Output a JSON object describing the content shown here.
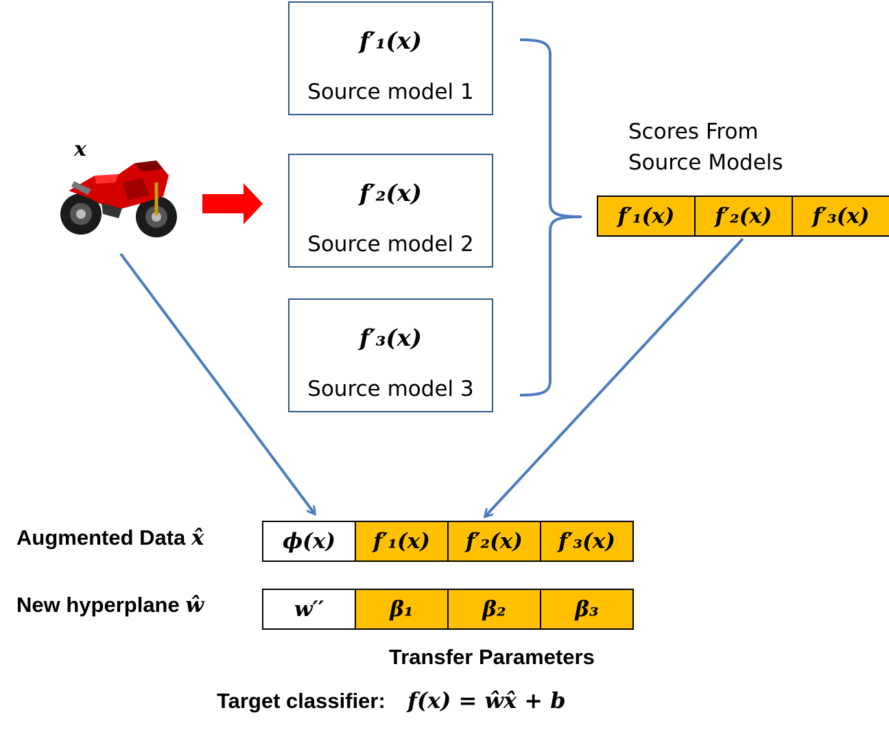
{
  "input": {
    "variable": "x",
    "image_alt": "red motorcycle"
  },
  "source_models": [
    {
      "formula": "f′₁(x)",
      "label": "Source model 1"
    },
    {
      "formula": "f′₂(x)",
      "label": "Source model 2"
    },
    {
      "formula": "f′₃(x)",
      "label": "Source model 3"
    }
  ],
  "scores": {
    "title_line1": "Scores From",
    "title_line2": "Source Models",
    "cells": [
      "f′₁(x)",
      "f′₂(x)",
      "f′₃(x)"
    ]
  },
  "augmented": {
    "label": "Augmented Data",
    "symbol": "x̂",
    "cells": [
      "ϕ(x)",
      "f′₁(x)",
      "f′₂(x)",
      "f′₃(x)"
    ]
  },
  "hyperplane": {
    "label": "New hyperplane",
    "symbol": "ŵ",
    "cells": [
      "w′′",
      "β₁",
      "β₂",
      "β₃"
    ]
  },
  "transfer_label": "Transfer Parameters",
  "target": {
    "label": "Target classifier:",
    "formula": "f(x) = ŵx̂ + b"
  },
  "colors": {
    "box_border": "#2f5a8a",
    "arrow_blue": "#4a7cbf",
    "arrow_red": "#ff0000",
    "cell_gold": "#ffc000"
  }
}
